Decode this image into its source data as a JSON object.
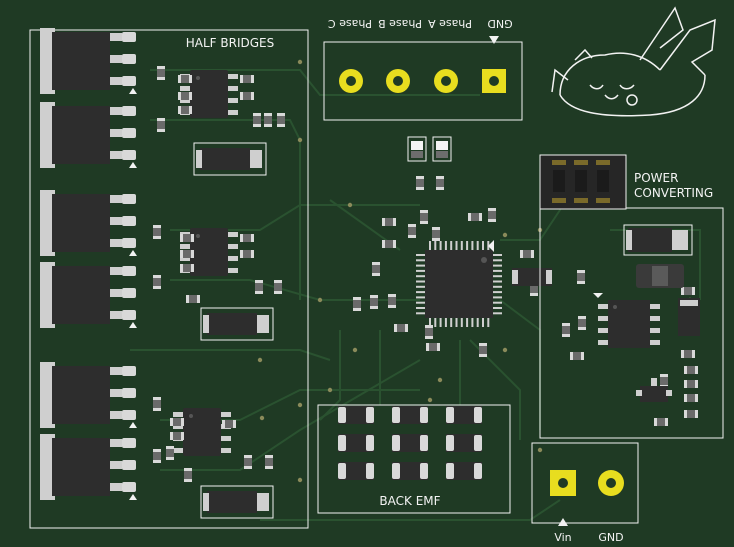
{
  "colors": {
    "pcb": "#1f3a24",
    "trace": "#2b5230",
    "silkscreen": "#f2f2f2",
    "pad": "#e8dd1f",
    "copper_hole": "#c7b800",
    "ic_body": "#2d2d2d",
    "lead": "#cfcfcf"
  },
  "labels": {
    "half_bridges": "HALF BRIDGES",
    "power_converting_1": "POWER",
    "power_converting_2": "CONVERTING",
    "back_emf": "BACK EMF",
    "vin": "Vin",
    "gnd_bottom": "GND",
    "gnd_top": "GND",
    "phase_a": "Phase A",
    "phase_b": "Phase B",
    "phase_c": "Phase C"
  },
  "artwork": {
    "mascot": "sleeping-pikachu-silkscreen"
  }
}
